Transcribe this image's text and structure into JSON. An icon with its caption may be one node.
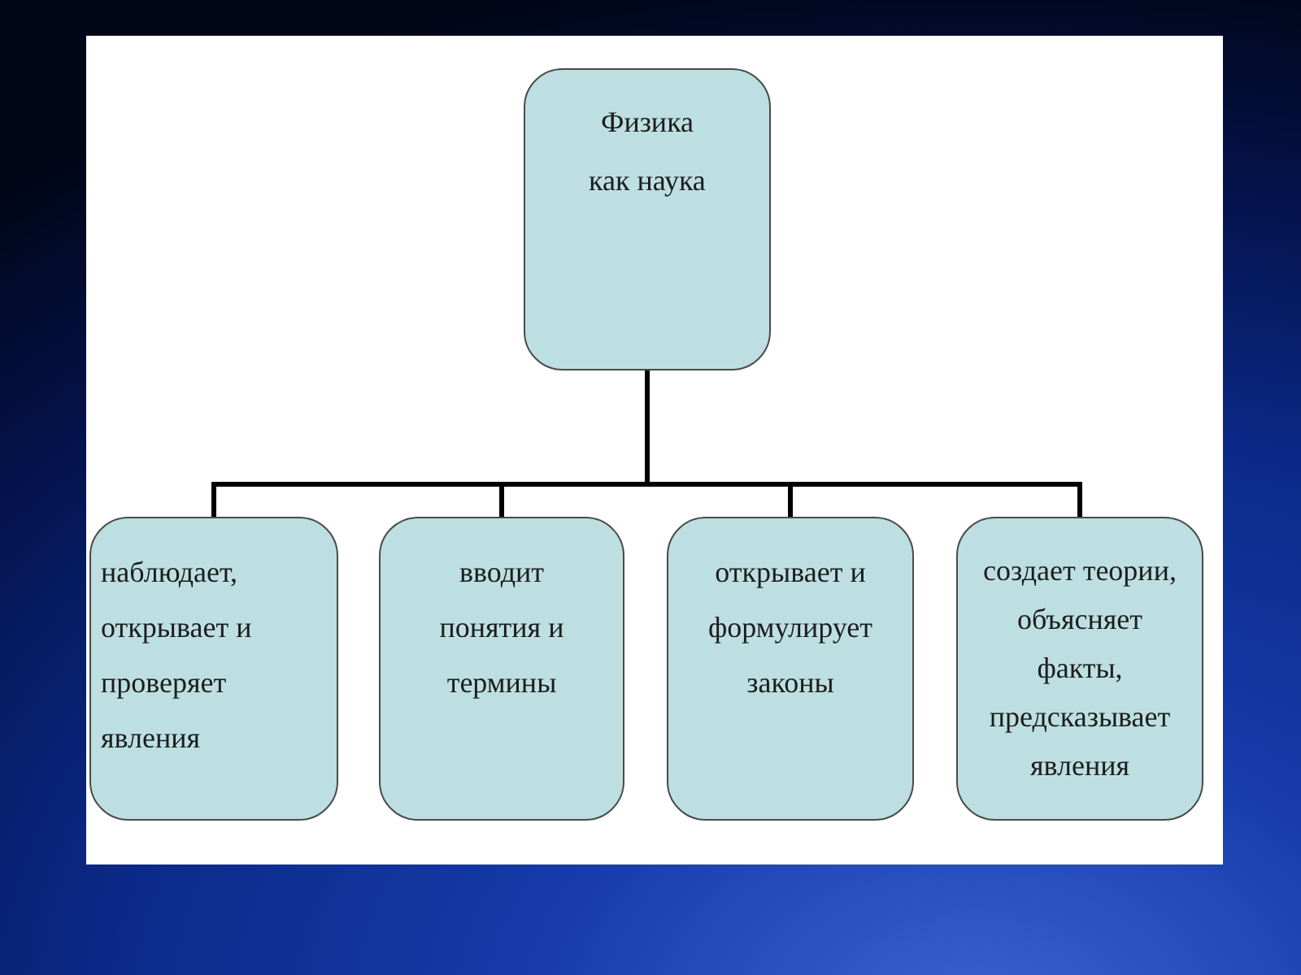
{
  "diagram": {
    "nodes": [
      {
        "text": [
          "Физика как наука"
        ]
      },
      {
        "text": [
          "наблюдает, открывает и проверяет явления"
        ]
      },
      {
        "text": [
          "вводит понятия и термины"
        ]
      },
      {
        "text": [
          "открывает и формулирует законы"
        ]
      },
      {
        "text": [
          "создает теории, объясняет факты, предсказывает явления"
        ]
      }
    ],
    "edges": [
      {
        "from": 0,
        "to": 1,
        "arrow": "none"
      },
      {
        "from": 0,
        "to": 2,
        "arrow": "none"
      },
      {
        "from": 0,
        "to": 3,
        "arrow": "none"
      },
      {
        "from": 0,
        "to": 4,
        "arrow": "none"
      }
    ]
  }
}
